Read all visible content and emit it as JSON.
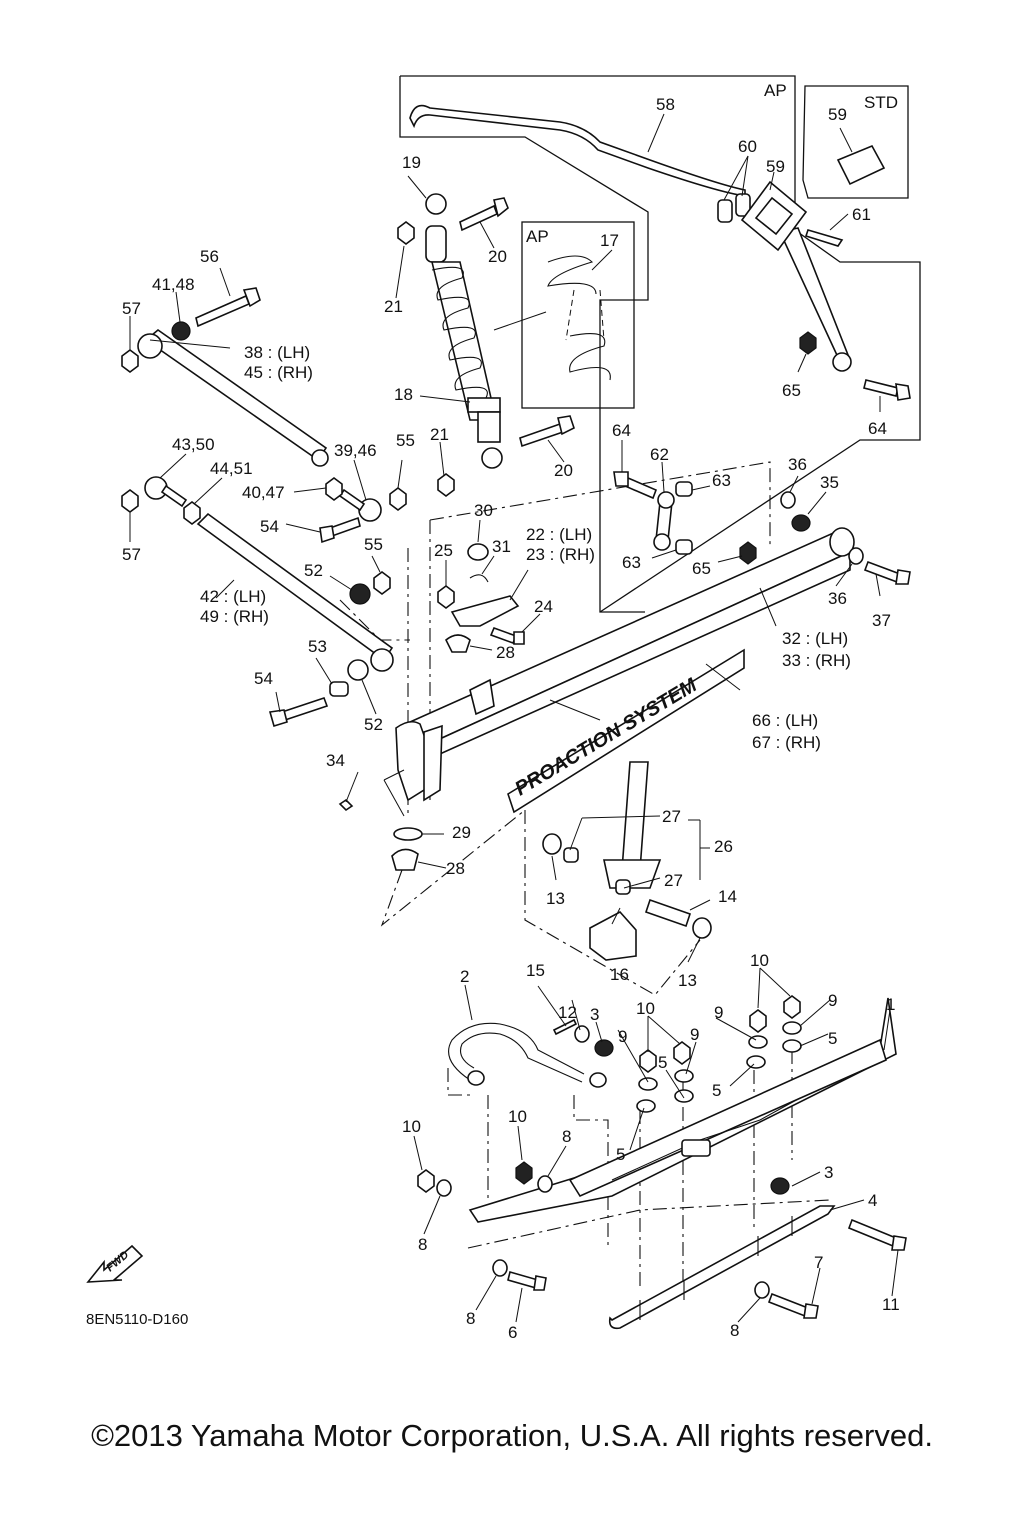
{
  "diagram": {
    "code": "8EN5110-D160",
    "fwd_label": "FWD",
    "brand_text": "PROACTION SYSTEM",
    "box_labels": {
      "ap_main": "AP",
      "ap_spring": "AP",
      "std": "STD"
    }
  },
  "callouts": {
    "c1": "1",
    "c2": "2",
    "c3a": "3",
    "c3b": "3",
    "c4": "4",
    "c5a": "5",
    "c5b": "5",
    "c5c": "5",
    "c5d": "5",
    "c6": "6",
    "c7": "7",
    "c8a": "8",
    "c8b": "8",
    "c8c": "8",
    "c8d": "8",
    "c9a": "9",
    "c9b": "9",
    "c9c": "9",
    "c9d": "9",
    "c10a": "10",
    "c10b": "10",
    "c10c": "10",
    "c10d": "10",
    "c11": "11",
    "c12": "12",
    "c13a": "13",
    "c13b": "13",
    "c14": "14",
    "c15": "15",
    "c16": "16",
    "c17": "17",
    "c18": "18",
    "c19": "19",
    "c20a": "20",
    "c20b": "20",
    "c21a": "21",
    "c21b": "21",
    "c22": "22 : (LH)",
    "c23": "23 : (RH)",
    "c24": "24",
    "c25": "25",
    "c26": "26",
    "c27a": "27",
    "c27b": "27",
    "c28a": "28",
    "c28b": "28",
    "c29": "29",
    "c30": "30",
    "c31": "31",
    "c32": "32 : (LH)",
    "c33": "33 : (RH)",
    "c34": "34",
    "c35": "35",
    "c36a": "36",
    "c36b": "36",
    "c37": "37",
    "c38": "38 : (LH)",
    "c45": "45 : (RH)",
    "c39": "39,46",
    "c40": "40,47",
    "c41": "41,48",
    "c42": "42 : (LH)",
    "c49": "49 : (RH)",
    "c43": "43,50",
    "c44": "44,51",
    "c52a": "52",
    "c52b": "52",
    "c53": "53",
    "c54a": "54",
    "c54b": "54",
    "c55a": "55",
    "c55b": "55",
    "c56": "56",
    "c57a": "57",
    "c57b": "57",
    "c58": "58",
    "c59a": "59",
    "c59b": "59",
    "c60": "60",
    "c61": "61",
    "c62": "62",
    "c63a": "63",
    "c63b": "63",
    "c64a": "64",
    "c64b": "64",
    "c65a": "65",
    "c65b": "65",
    "c66": "66 : (LH)",
    "c67": "67 : (RH)"
  },
  "footer": {
    "copyright": "©2013 Yamaha Motor Corporation, U.S.A. All rights reserved."
  }
}
